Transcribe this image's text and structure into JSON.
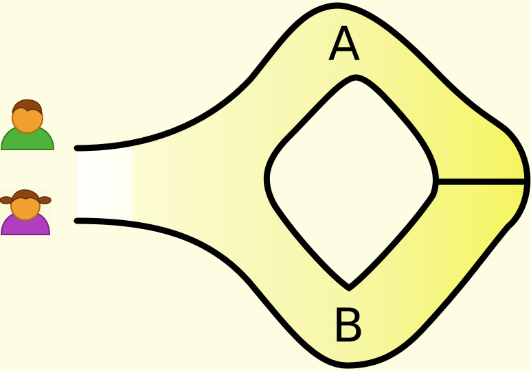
{
  "diagram": {
    "paths": [
      {
        "id": "A",
        "label": "A"
      },
      {
        "id": "B",
        "label": "B"
      }
    ],
    "people": [
      {
        "id": "boy",
        "icon": "boy-user-icon",
        "shirt_color": "#4fb23a"
      },
      {
        "id": "girl",
        "icon": "girl-user-icon",
        "shirt_color": "#b03ec0"
      }
    ],
    "colors": {
      "background": "#fdfde4",
      "channel_fill": "#f5f57a",
      "outline": "#000000",
      "skin": "#f0a030",
      "hair": "#8b4513"
    }
  }
}
